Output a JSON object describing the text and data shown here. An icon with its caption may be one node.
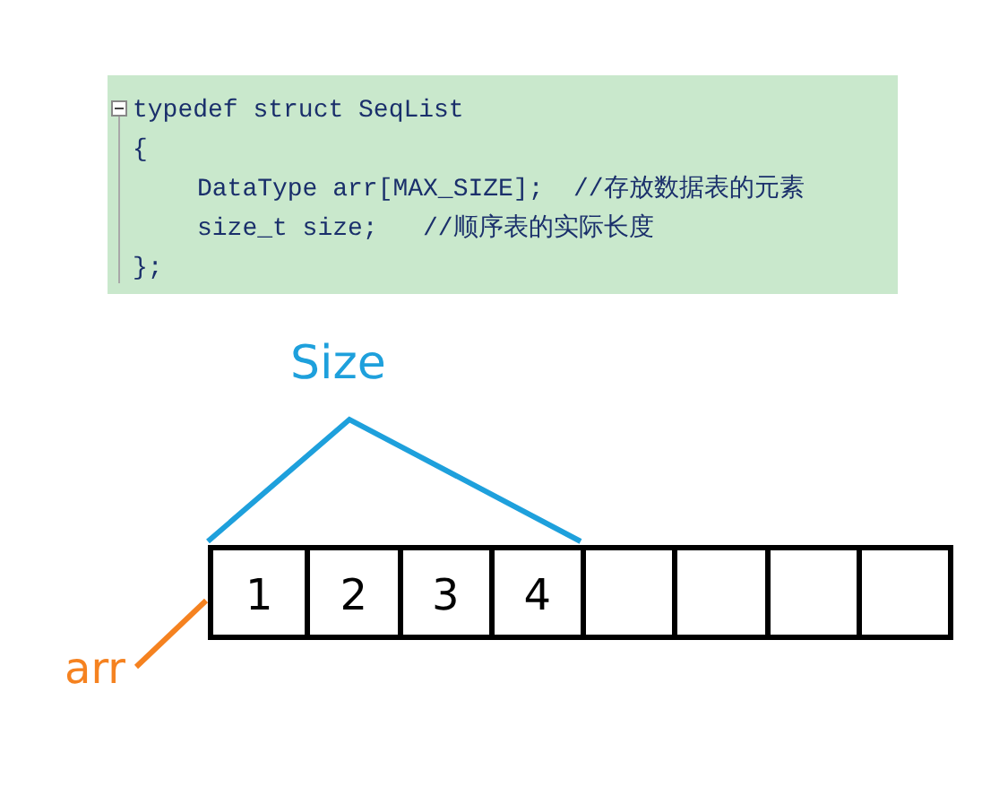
{
  "diagram": {
    "nodes": [
      {
        "text": [
          "typedef struct SeqList",
          "{",
          "DataType arr[MAX_SIZE];  //存放数据表的元素",
          "size_t size;   //顺序表的实际长度",
          "};"
        ]
      },
      {
        "text": [],
        "shape": "box"
      },
      {
        "text": [
          "1"
        ],
        "in": 1
      },
      {
        "text": [
          "2"
        ],
        "in": 1
      },
      {
        "text": [
          "3"
        ],
        "in": 1
      },
      {
        "text": [
          "4"
        ],
        "in": 1
      },
      {
        "text": [],
        "shape": "box",
        "in": 1
      },
      {
        "text": [],
        "shape": "box",
        "in": 1
      },
      {
        "text": [],
        "shape": "box",
        "in": 1
      },
      {
        "text": [],
        "shape": "box",
        "in": 1
      },
      {
        "text": [
          "arr"
        ]
      }
    ],
    "edges": [
      {
        "from": 10,
        "to": 1,
        "arrow": "none",
        "color": "#f58220"
      }
    ],
    "labels": [
      "Size"
    ]
  }
}
